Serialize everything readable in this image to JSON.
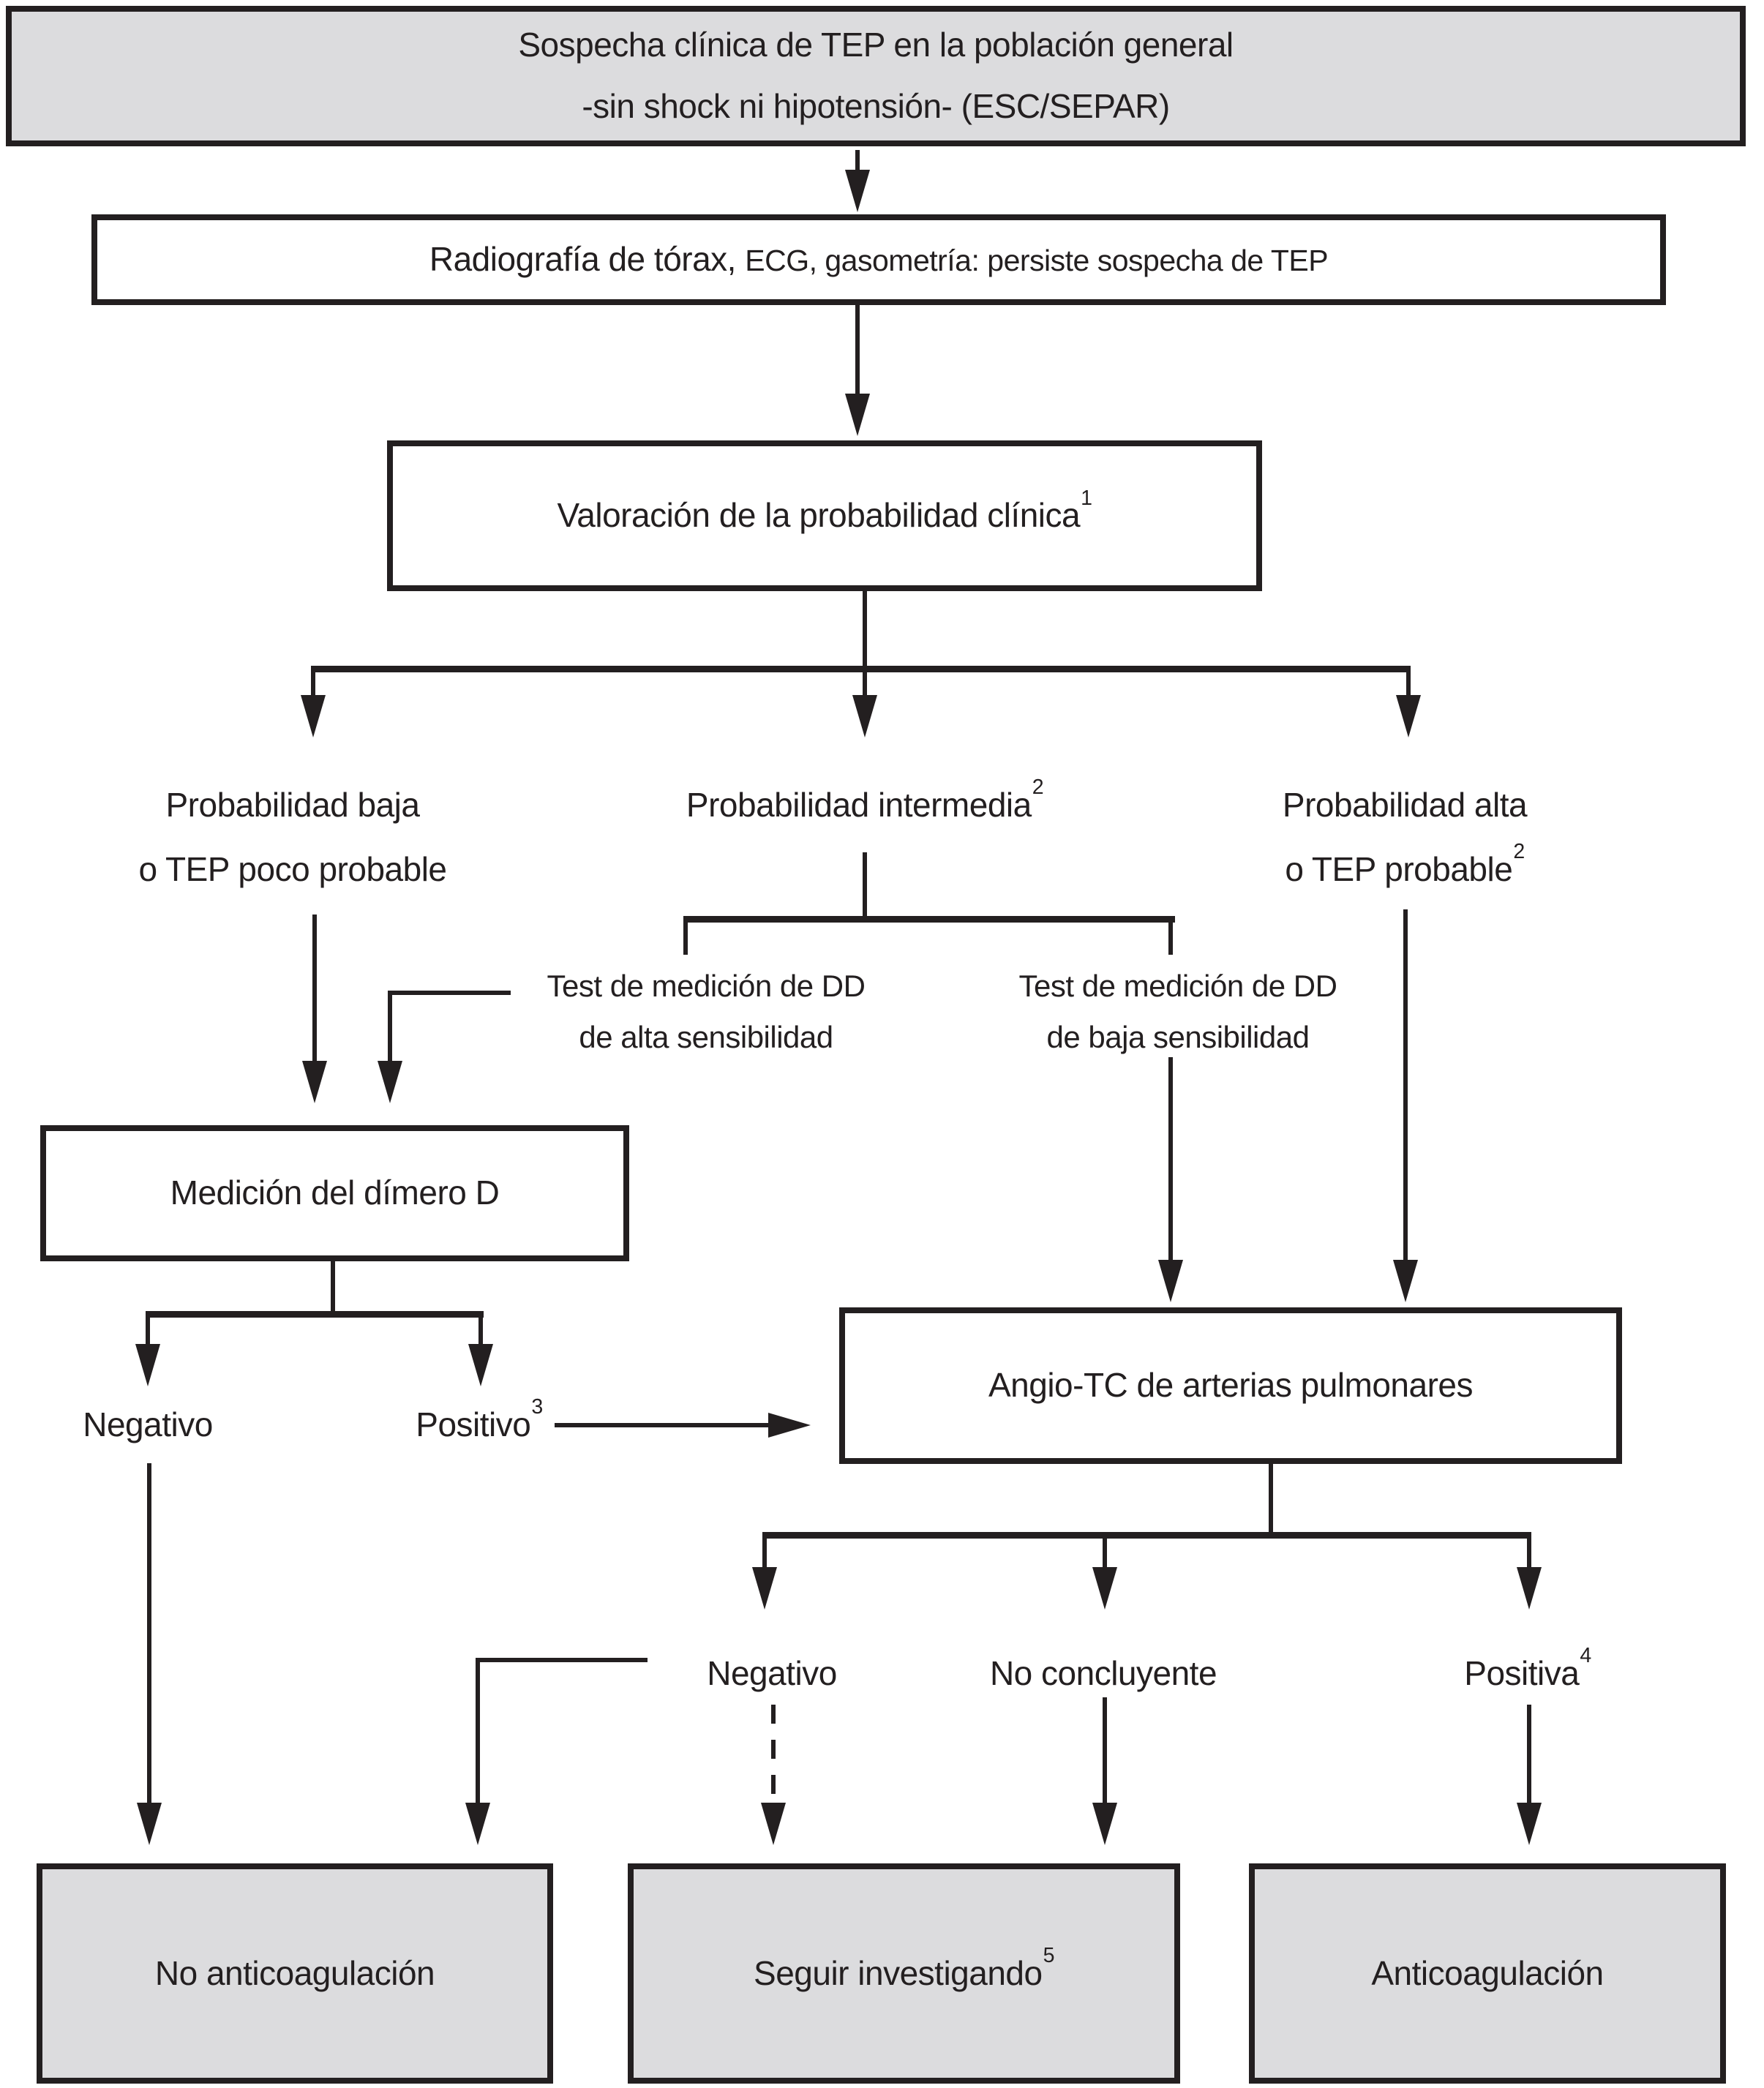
{
  "diagram": {
    "suspicion_box": {
      "line1": "Sospecha clínica de TEP en la población general",
      "line2": "-sin shock ni hipotensión- (ESC/SEPAR)"
    },
    "workup_box": {
      "lead": "Radiografía de tórax, ",
      "rest": "ECG, gasometría: persiste sospecha de TEP"
    },
    "probability_box": {
      "text": "Valoración de la probabilidad clínica",
      "sup": "1"
    },
    "branch_low": {
      "line1": "Probabilidad baja",
      "line2": "o TEP poco probable"
    },
    "branch_intermediate": {
      "text": "Probabilidad intermedia",
      "sup": "2"
    },
    "branch_high": {
      "line1": "Probabilidad alta",
      "line2": "o TEP probable",
      "sup": "2"
    },
    "dd_test_high_sens": {
      "line1": "Test de medición de DD",
      "line2": "de alta sensibilidad"
    },
    "dd_test_low_sens": {
      "line1": "Test de medición de DD",
      "line2": "de baja sensibilidad"
    },
    "dimer_box": {
      "text": "Medición del dímero D"
    },
    "dimer_negative": {
      "text": "Negativo"
    },
    "dimer_positive": {
      "text": "Positivo",
      "sup": "3"
    },
    "angio_box": {
      "text": "Angio-TC de arterias pulmonares"
    },
    "angio_negative": {
      "text": "Negativo"
    },
    "angio_inconclusive": {
      "text": "No concluyente"
    },
    "angio_positive": {
      "text": "Positiva",
      "sup": "4"
    },
    "outcome_no_anticoagulation": {
      "text": "No anticoagulación"
    },
    "outcome_keep_investigating": {
      "text": "Seguir investigando",
      "sup": "5"
    },
    "outcome_anticoagulation": {
      "text": "Anticoagulación"
    },
    "colors": {
      "fill_gray": "#dcdcde",
      "fill_white": "#ffffff",
      "ink": "#231f20"
    }
  }
}
